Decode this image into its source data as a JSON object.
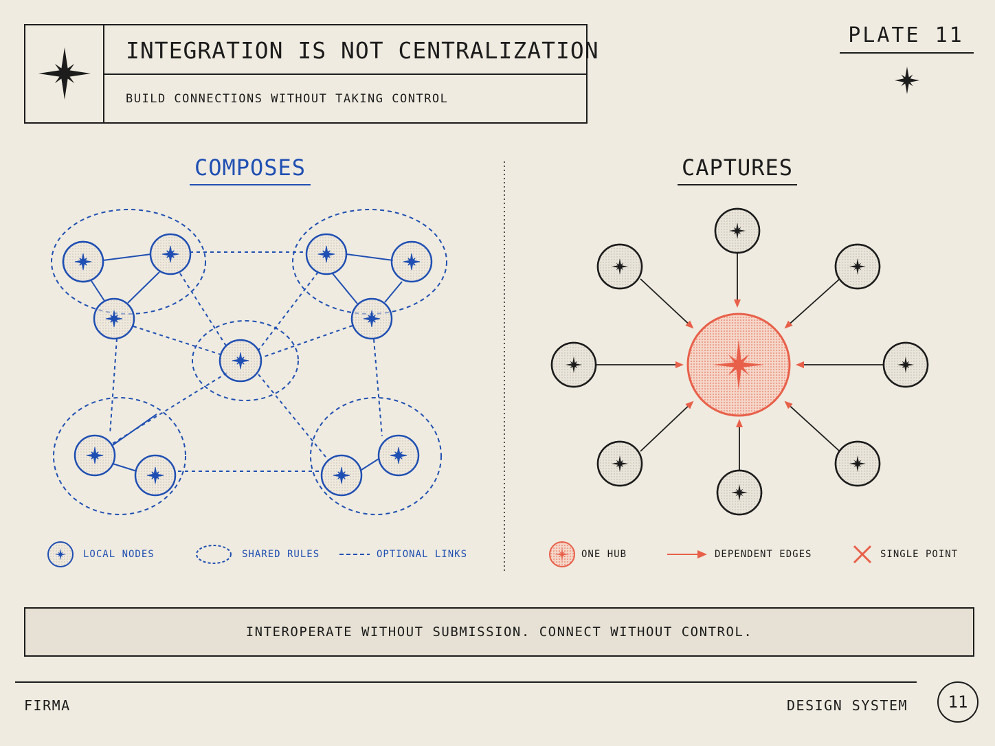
{
  "header": {
    "title": "INTEGRATION IS NOT CENTRALIZATION",
    "subtitle": "BUILD CONNECTIONS WITHOUT TAKING CONTROL",
    "plate": "PLATE 11"
  },
  "left_panel": {
    "title": "COMPOSES",
    "color": "#1f4fb3",
    "legend": [
      {
        "icon": "local-node-icon",
        "label": "LOCAL NODES"
      },
      {
        "icon": "shared-rules-icon",
        "label": "SHARED RULES"
      },
      {
        "icon": "optional-links-icon",
        "label": "OPTIONAL LINKS"
      }
    ]
  },
  "right_panel": {
    "title": "CAPTURES",
    "hub_color": "#e8604a",
    "legend": [
      {
        "icon": "hub-icon",
        "label": "ONE HUB"
      },
      {
        "icon": "dependent-edge-icon",
        "label": "DEPENDENT EDGES"
      },
      {
        "icon": "single-point-x-icon",
        "label": "SINGLE POINT"
      }
    ]
  },
  "quote": "INTEROPERATE WITHOUT SUBMISSION. CONNECT WITHOUT CONTROL.",
  "footer": {
    "brand": "FIRMA",
    "section": "DESIGN SYSTEM",
    "page_number": "11"
  }
}
